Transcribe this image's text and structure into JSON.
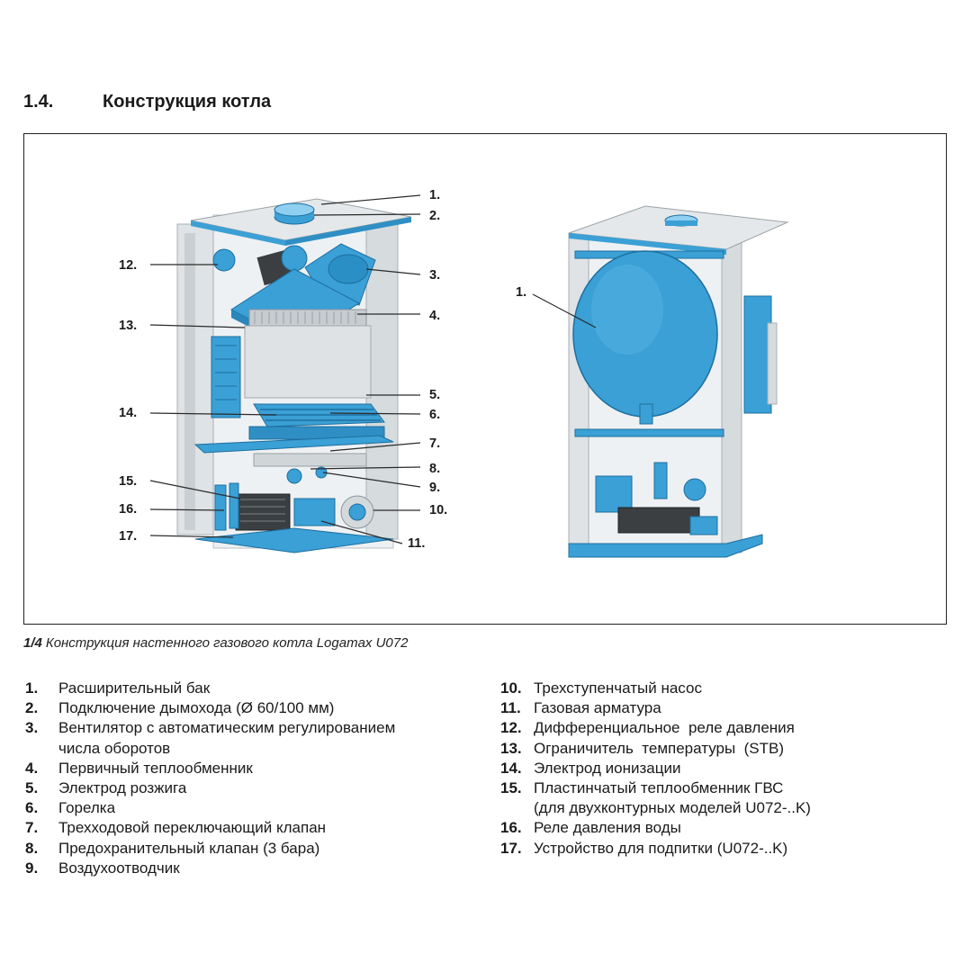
{
  "section": {
    "number": "1.4.",
    "title": "Конструкция котла"
  },
  "figure": {
    "caption_number": "1/4",
    "caption_text": "Конструкция настенного газового котла Logamax U072",
    "front_callouts": [
      "1.",
      "2.",
      "3.",
      "4.",
      "5.",
      "6.",
      "7.",
      "8.",
      "9.",
      "10.",
      "11.",
      "12.",
      "13.",
      "14.",
      "15.",
      "16.",
      "17."
    ],
    "rear_callouts": [
      "1."
    ],
    "colors": {
      "accent_blue": "#3aa0d6",
      "dark_blue": "#1e6f9f",
      "frame_grey": "#d9dde0",
      "line": "#2a2a2a"
    }
  },
  "legend": {
    "left": [
      {
        "n": "1.",
        "t": "Расширительный бак"
      },
      {
        "n": "2.",
        "t": "Подключение дымохода (Ø 60/100 мм)"
      },
      {
        "n": "3.",
        "t": "Вентилятор с автоматическим регулированием"
      },
      {
        "n": "",
        "t": "числа оборотов"
      },
      {
        "n": "4.",
        "t": "Первичный теплообменник"
      },
      {
        "n": "5.",
        "t": "Электрод розжига"
      },
      {
        "n": "6.",
        "t": "Горелка"
      },
      {
        "n": "7.",
        "t": "Трехходовой переключающий клапан"
      },
      {
        "n": "8.",
        "t": "Предохранительный клапан (3 бара)"
      },
      {
        "n": "9.",
        "t": "Воздухоотводчик"
      }
    ],
    "right": [
      {
        "n": "10.",
        "t": "Трехступенчатый насос"
      },
      {
        "n": "11.",
        "t": "Газовая арматура"
      },
      {
        "n": "12.",
        "t": "Дифференциальное  реле давления"
      },
      {
        "n": "13.",
        "t": "Ограничитель  температуры  (STB)"
      },
      {
        "n": "14.",
        "t": "Электрод ионизации"
      },
      {
        "n": "15.",
        "t": "Пластинчатый теплообменник ГВС"
      },
      {
        "n": "",
        "t": "(для двухконтурных моделей U072-..K)"
      },
      {
        "n": "16.",
        "t": "Реле давления воды"
      },
      {
        "n": "17.",
        "t": "Устройство для подпитки (U072-..K)"
      }
    ]
  }
}
